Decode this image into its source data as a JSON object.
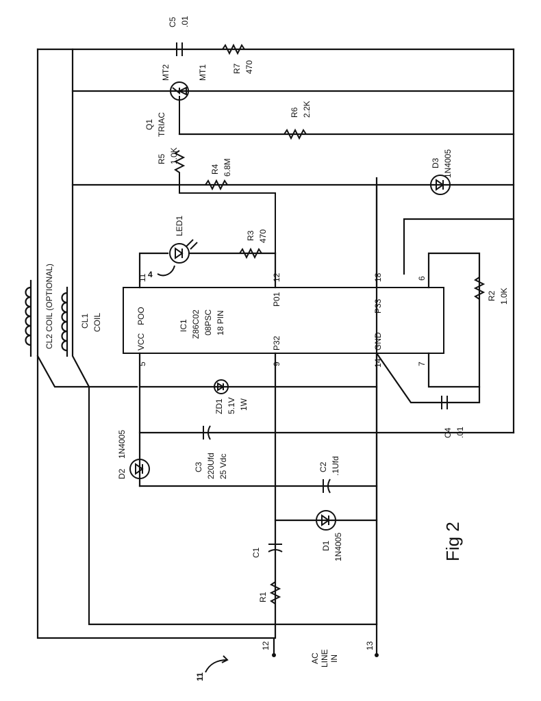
{
  "figure": {
    "caption": "Fig 2",
    "ref": "11"
  },
  "input": {
    "ac_line": "AC\nLINE\nIN",
    "node_a": "12",
    "node_b": "13"
  },
  "coils": {
    "cl2": "CL2 COIL (OPTIONAL)",
    "cl1_ref": "CL1",
    "cl1_name": "COIL"
  },
  "components": {
    "c5": {
      "ref": "C5",
      "val": ".01"
    },
    "r7": {
      "ref": "R7",
      "val": "470"
    },
    "q1": {
      "ref": "Q1",
      "type": "TRIAC",
      "mt2": "MT2",
      "mt1": "MT1"
    },
    "r6": {
      "ref": "R6",
      "val": "2.2K"
    },
    "r5": {
      "ref": "R5",
      "val": "1.0K"
    },
    "r4": {
      "ref": "R4",
      "val": "6.8M"
    },
    "d3": {
      "ref": "D3",
      "val": "1N4005"
    },
    "led1": {
      "ref": "LED1",
      "pin_marker": "4"
    },
    "r3": {
      "ref": "R3",
      "val": "470"
    },
    "ic1": {
      "ref": "IC1",
      "part": "Z86C02",
      "pkg": "08PSC",
      "pins": "18 PIN",
      "vcc": "VCC",
      "p00": "POO",
      "p01": "P01",
      "p32": "P32",
      "p33": "P33",
      "gnd": "GND",
      "pin5": "5",
      "pin11": "11",
      "pin9": "9",
      "pin12": "12",
      "pin14": "14",
      "pin18": "18",
      "pin7": "7",
      "pin6": "6"
    },
    "r2": {
      "ref": "R2",
      "val": "1.0K"
    },
    "zd1": {
      "ref": "ZD1",
      "v": "5.1V",
      "p": "1W"
    },
    "c4": {
      "ref": "C4",
      "val": ".01"
    },
    "d2": {
      "ref": "D2",
      "val": "1N4005"
    },
    "c3": {
      "ref": "C3",
      "val": "220Ufd",
      "v": "25 Vdc"
    },
    "c2": {
      "ref": "C2",
      "val": ".1Ufd"
    },
    "c1": {
      "ref": "C1"
    },
    "d1": {
      "ref": "D1",
      "val": "1N4005"
    },
    "r1": {
      "ref": "R1"
    }
  }
}
